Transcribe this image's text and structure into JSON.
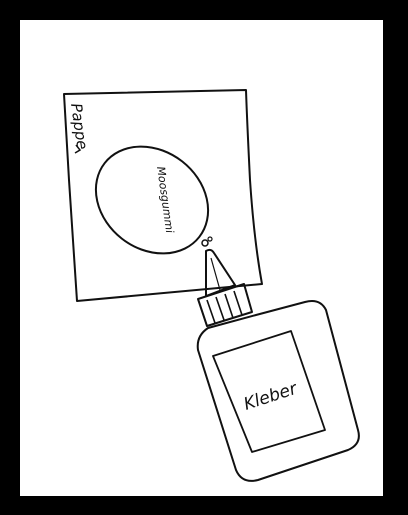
{
  "drawing": {
    "labels": {
      "cardboard": "Pappe",
      "foam_rubber": "Moosgummi",
      "glue": "Kleber"
    }
  }
}
